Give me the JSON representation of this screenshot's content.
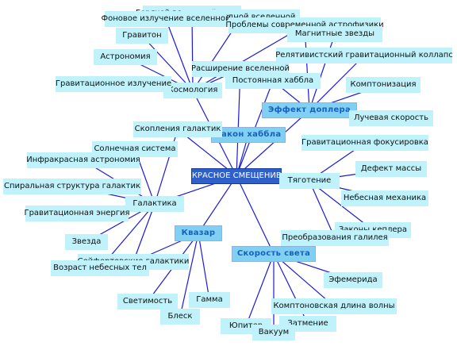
{
  "nodes": [
    {
      "id": "center",
      "label": "КРАСНОЕ СМЕЩЕНИЕ",
      "kind": "center"
    },
    {
      "id": "kosmologiya",
      "label": "Космология"
    },
    {
      "id": "effekt",
      "label": "Эффект доплера",
      "kind": "hub"
    },
    {
      "id": "habbl",
      "label": "Закон хаббла",
      "kind": "hub"
    },
    {
      "id": "tyagotenie",
      "label": "Тяготение"
    },
    {
      "id": "galaktika",
      "label": "Галактика"
    },
    {
      "id": "kvazar",
      "label": "Квазар",
      "kind": "hub"
    },
    {
      "id": "skorost",
      "label": "Скорость света",
      "kind": "hub"
    },
    {
      "id": "goryachey",
      "label": "Горячей вселенной теория"
    },
    {
      "id": "neodnorodnoy",
      "label": "Неоднородной вселенной"
    },
    {
      "id": "fonovoe",
      "label": "Фоновое излучение вселенной"
    },
    {
      "id": "problema",
      "label": "Проблемы современной астрофизики"
    },
    {
      "id": "graviton",
      "label": "Гравитон"
    },
    {
      "id": "magnitnye",
      "label": "Магнитные звезды"
    },
    {
      "id": "astronomiya",
      "label": "Астрономия"
    },
    {
      "id": "relyativ",
      "label": "Релятивистский гравитационный коллапс"
    },
    {
      "id": "rasshirenie",
      "label": "Расширение вселенной"
    },
    {
      "id": "gravizluch",
      "label": "Гравитационное излучение"
    },
    {
      "id": "postoyannaya",
      "label": "Постоянная хаббла"
    },
    {
      "id": "komptonizaciya",
      "label": "Комптонизация"
    },
    {
      "id": "luchevaya",
      "label": "Лучевая скорость"
    },
    {
      "id": "skopleniya",
      "label": "Скопления галактик"
    },
    {
      "id": "solnechnaya",
      "label": "Солнечная система"
    },
    {
      "id": "gravfokus",
      "label": "Гравитационная фокусировка"
    },
    {
      "id": "infrakrasnaya",
      "label": "Инфракрасная астрономия"
    },
    {
      "id": "defekt",
      "label": "Дефект массы"
    },
    {
      "id": "spiralnaya",
      "label": "Спиральная структура галактик"
    },
    {
      "id": "nebesnaya",
      "label": "Небесная механика"
    },
    {
      "id": "graverg",
      "label": "Гравитационная энергия"
    },
    {
      "id": "keplera",
      "label": "Законы кеплера"
    },
    {
      "id": "preobrazovaniya",
      "label": "Преобразования галилея"
    },
    {
      "id": "zvezda",
      "label": "Звезда"
    },
    {
      "id": "seyfert",
      "label": "Сейфертовские галактики"
    },
    {
      "id": "vozrast",
      "label": "Возраст небесных тел"
    },
    {
      "id": "efemerida",
      "label": "Эфемерида"
    },
    {
      "id": "svetimost",
      "label": "Светимость"
    },
    {
      "id": "gamma",
      "label": "Гамма"
    },
    {
      "id": "kompton",
      "label": "Комптоновская длина волны"
    },
    {
      "id": "blesk",
      "label": "Блеск"
    },
    {
      "id": "zatmenie",
      "label": "Затмение"
    },
    {
      "id": "yupiter",
      "label": "Юпитер"
    },
    {
      "id": "vakuum",
      "label": "Вакуум"
    }
  ],
  "edges": [
    [
      "center",
      "kosmologiya"
    ],
    [
      "center",
      "effekt"
    ],
    [
      "center",
      "habbl"
    ],
    [
      "center",
      "tyagotenie"
    ],
    [
      "center",
      "galaktika"
    ],
    [
      "center",
      "kvazar"
    ],
    [
      "center",
      "skorost"
    ],
    [
      "center",
      "skopleniya"
    ],
    [
      "center",
      "rasshirenie"
    ],
    [
      "center",
      "postoyannaya"
    ],
    [
      "kosmologiya",
      "goryachey"
    ],
    [
      "kosmologiya",
      "neodnorodnoy"
    ],
    [
      "kosmologiya",
      "fonovoe"
    ],
    [
      "kosmologiya",
      "graviton"
    ],
    [
      "kosmologiya",
      "astronomiya"
    ],
    [
      "kosmologiya",
      "gravizluch"
    ],
    [
      "kosmologiya",
      "problema"
    ],
    [
      "kosmologiya",
      "rasshirenie"
    ],
    [
      "effekt",
      "magnitnye"
    ],
    [
      "effekt",
      "relyativ"
    ],
    [
      "effekt",
      "komptonizaciya"
    ],
    [
      "effekt",
      "luchevaya"
    ],
    [
      "effekt",
      "postoyannaya"
    ],
    [
      "effekt",
      "problema"
    ],
    [
      "tyagotenie",
      "gravfokus"
    ],
    [
      "tyagotenie",
      "defekt"
    ],
    [
      "tyagotenie",
      "nebesnaya"
    ],
    [
      "tyagotenie",
      "keplera"
    ],
    [
      "tyagotenie",
      "preobrazovaniya"
    ],
    [
      "galaktika",
      "solnechnaya"
    ],
    [
      "galaktika",
      "infrakrasnaya"
    ],
    [
      "galaktika",
      "spiralnaya"
    ],
    [
      "galaktika",
      "graverg"
    ],
    [
      "galaktika",
      "zvezda"
    ],
    [
      "galaktika",
      "seyfert"
    ],
    [
      "galaktika",
      "vozrast"
    ],
    [
      "galaktika",
      "skopleniya"
    ],
    [
      "kvazar",
      "svetimost"
    ],
    [
      "kvazar",
      "gamma"
    ],
    [
      "kvazar",
      "blesk"
    ],
    [
      "kvazar",
      "seyfert"
    ],
    [
      "skorost",
      "efemerida"
    ],
    [
      "skorost",
      "kompton"
    ],
    [
      "skorost",
      "zatmenie"
    ],
    [
      "skorost",
      "yupiter"
    ],
    [
      "skorost",
      "vakuum"
    ],
    [
      "skorost",
      "preobrazovaniya"
    ]
  ]
}
